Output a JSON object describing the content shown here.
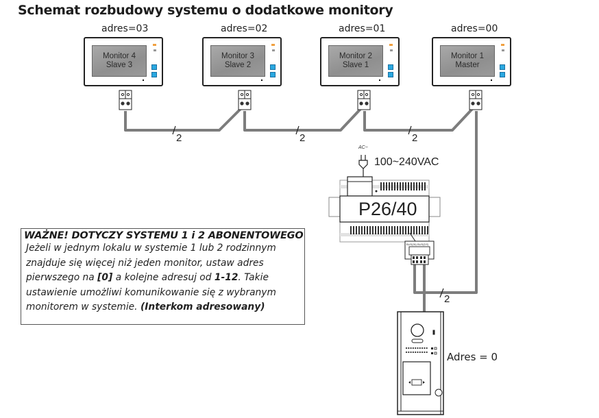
{
  "title": "Schemat rozbudowy systemu o dodatkowe monitory",
  "monitors": [
    {
      "address": "adres=03",
      "line1": "Monitor 4",
      "line2": "Slave 3"
    },
    {
      "address": "adres=02",
      "line1": "Monitor 3",
      "line2": "Slave 2"
    },
    {
      "address": "adres=01",
      "line1": "Monitor 2",
      "line2": "Slave 1"
    },
    {
      "address": "adres=00",
      "line1": "Monitor 1",
      "line2": "Master"
    }
  ],
  "wire_labels": [
    "2",
    "2",
    "2",
    "2"
  ],
  "power_supply": {
    "model": "P26/40",
    "input_voltage": "100~240VAC",
    "ac_symbol": "AC~"
  },
  "door_station": {
    "address": "Adres = 0"
  },
  "note": {
    "heading": "WAŻNE! DOTYCZY SYSTEMU 1 i 2 ABONENTOWEGO",
    "line1": "Jeżeli w jednym lokalu w systemie 1 lub 2 rodzinnym",
    "line2": "znajduje się więcej niż jeden monitor, ustaw adres",
    "line3_a": "pierwszego na ",
    "line3_b": "[0]",
    "line3_c": " a kolejne adresuj od ",
    "line3_d": "1-12",
    "line3_e": ". Takie",
    "line4": "ustawienie umożliwi komunikowanie się z wybranym",
    "line5_a": "monitorem w systemie. ",
    "line5_b": "(Interkom adresowany)"
  }
}
